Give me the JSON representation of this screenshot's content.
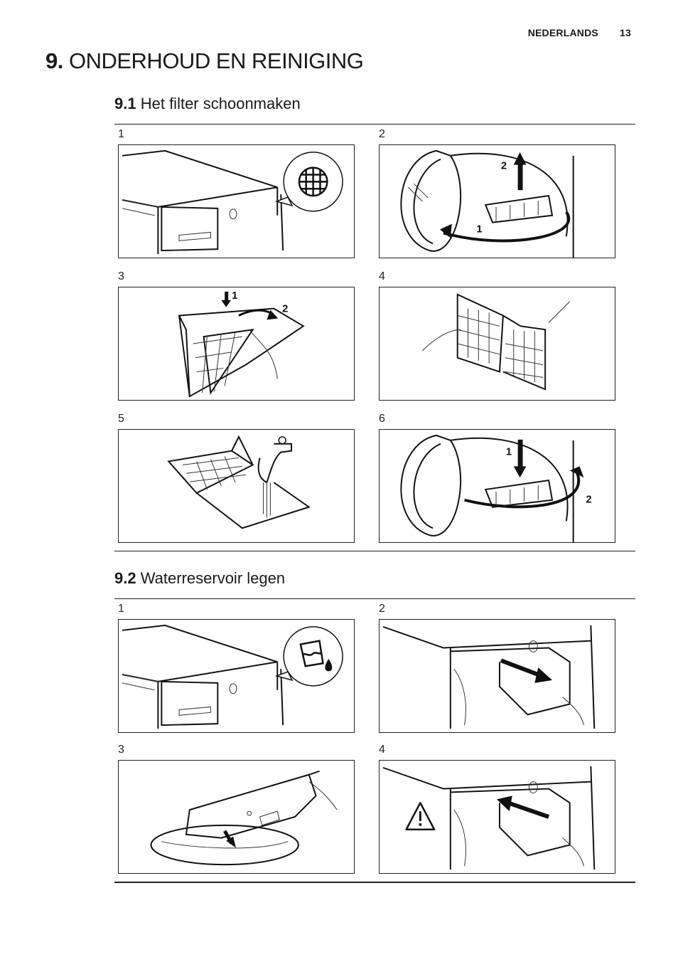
{
  "header": {
    "language": "NEDERLANDS",
    "page_number": "13"
  },
  "chapter": {
    "number": "9.",
    "title": "ONDERHOUD EN REINIGING"
  },
  "section1": {
    "number": "9.1",
    "title": "Het filter schoonmaken",
    "steps": [
      "1",
      "2",
      "3",
      "4",
      "5",
      "6"
    ],
    "callouts": {
      "s2_a": "2",
      "s2_b": "1",
      "s3_a": "1",
      "s3_b": "2",
      "s6_a": "1",
      "s6_b": "2"
    }
  },
  "section2": {
    "number": "9.2",
    "title": "Waterreservoir legen",
    "steps": [
      "1",
      "2",
      "3",
      "4"
    ]
  },
  "icons": {
    "filter_bubble": "filter-grid-icon",
    "water_bubble": "water-container-icon",
    "warning": "warning-triangle-icon"
  }
}
